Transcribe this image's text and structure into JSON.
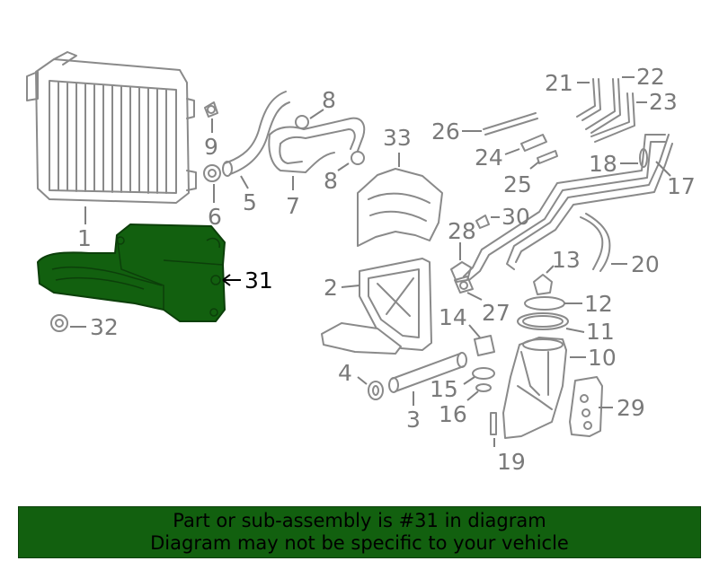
{
  "callouts": {
    "c1": "1",
    "c2": "2",
    "c3": "3",
    "c4": "4",
    "c5": "5",
    "c6": "6",
    "c7": "7",
    "c8": "8",
    "c9": "9",
    "c10": "10",
    "c11": "11",
    "c12": "12",
    "c13": "13",
    "c14": "14",
    "c15": "15",
    "c16": "16",
    "c17": "17",
    "c18": "18",
    "c19": "19",
    "c20": "20",
    "c21": "21",
    "c22": "22",
    "c23": "23",
    "c24": "24",
    "c25": "25",
    "c26": "26",
    "c27": "27",
    "c28": "28",
    "c29": "29",
    "c30": "30",
    "c31": "31",
    "c32": "32",
    "c33": "33"
  },
  "highlight": {
    "part_number": "31",
    "color": "#12600f"
  },
  "banner": {
    "line1": "Part or sub-assembly is #31 in diagram",
    "line2": "Diagram may not be specific to your vehicle",
    "background": "#12600f"
  }
}
